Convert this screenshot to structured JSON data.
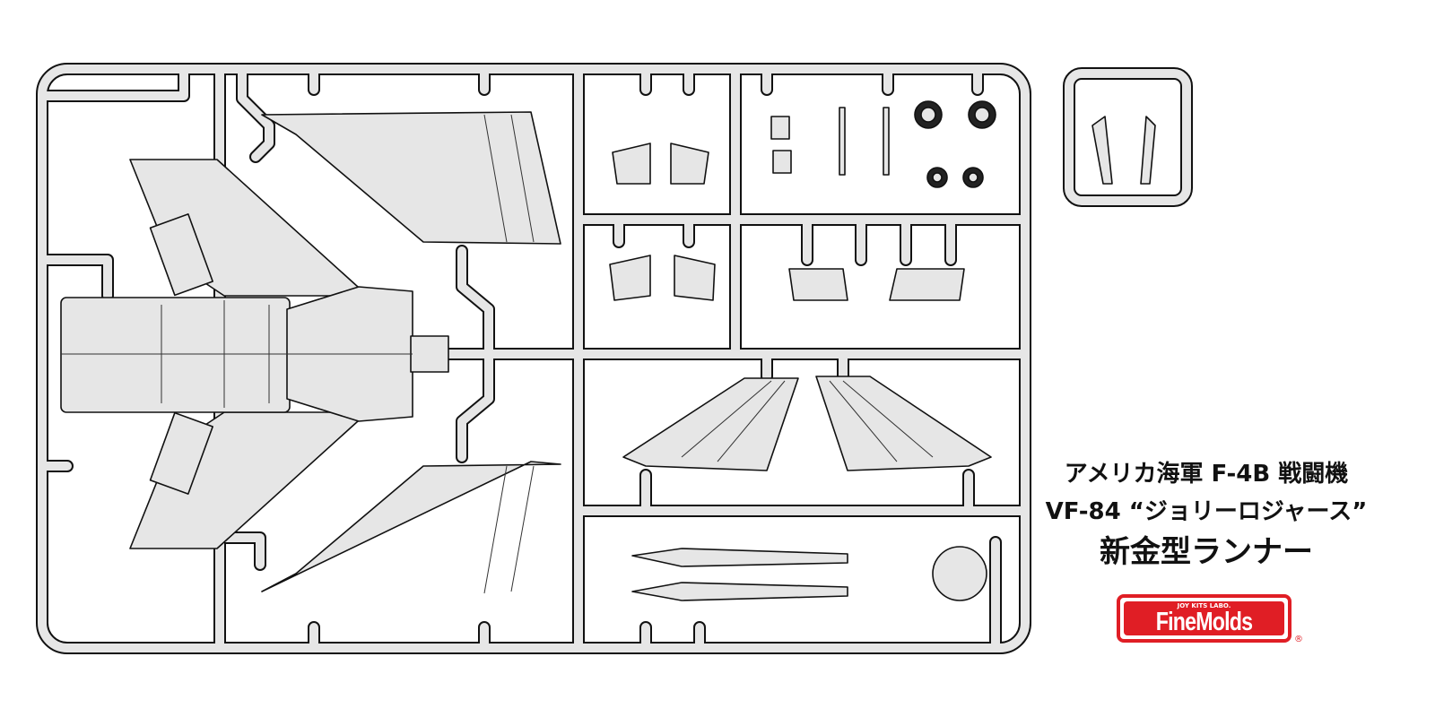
{
  "caption": {
    "line1": "アメリカ海軍 F-4B 戦闘機",
    "line2": "VF-84 “ジョリーロジャース”",
    "line3": "新金型ランナー"
  },
  "logo": {
    "brand": "FineMolds",
    "tagline": "JOY KITS LABO.",
    "registered": "®"
  },
  "colors": {
    "part_fill": "#e6e6e6",
    "outline": "#111111",
    "brand_red": "#e01e25"
  }
}
